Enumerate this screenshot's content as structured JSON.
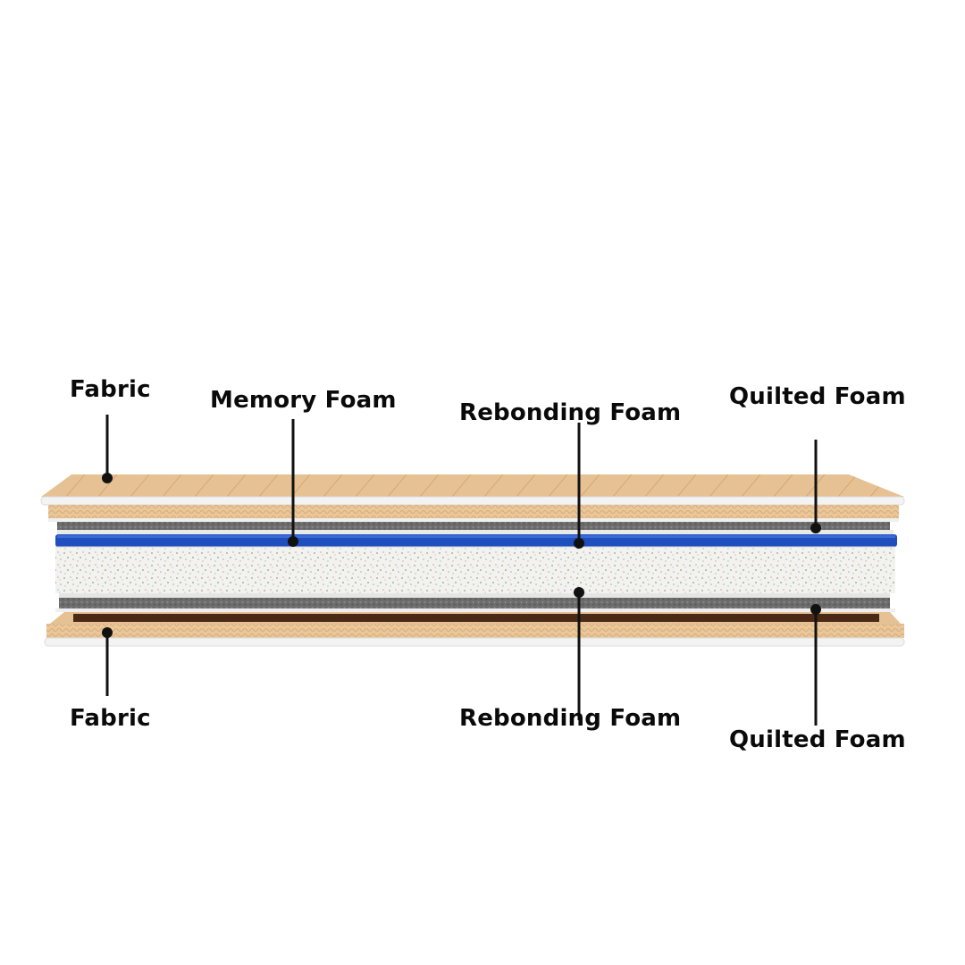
{
  "diagram": {
    "labels": {
      "fabric_top": "Fabric",
      "memory_foam": "Memory Foam",
      "rebonding_foam_top": "Rebonding Foam",
      "quilted_foam_top": "Quilted Foam",
      "fabric_bottom": "Fabric",
      "rebonding_foam_bottom": "Rebonding Foam",
      "quilted_foam_bottom": "Quilted Foam"
    },
    "colors": {
      "fabric": "#e6c193",
      "fabric_edge": "#d9a96b",
      "fabric_shadow": "#b98a55",
      "white_border": "#f3f3f3",
      "quilted_foam": "#6e6e6e",
      "memory_foam": "#1f4fbf",
      "rebonding_foam": "#f1f1ee",
      "inner_brown": "#4a2a16",
      "leader_line": "#111111"
    }
  }
}
